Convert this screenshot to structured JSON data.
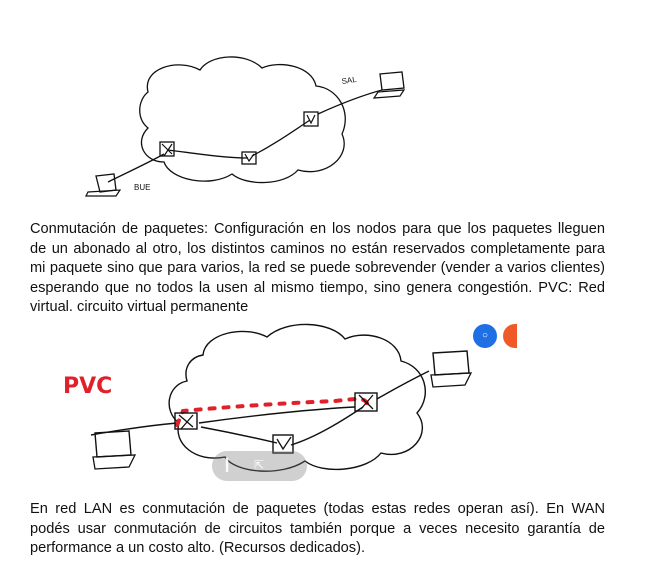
{
  "diagram1": {
    "label_sal": "SAL",
    "label_bue": "BUE"
  },
  "paragraph1": "Conmutación de paquetes: Configuración en los nodos para que los paquetes lleguen de un abonado al otro, los distintos caminos no están reservados completamente para mi paquete sino que para varios, la red se puede sobrevender (vender a varios clientes) esperando que no todos la usen al mismo tiempo, sino genera congestión. PVC: Red virtual. circuito virtual permanente",
  "diagram2": {
    "label_pvc": "PVC"
  },
  "paragraph2": "En red LAN es conmutación de paquetes (todas estas redes operan así). En WAN podés usar conmutación de circuitos también porque a veces necesito garantía de performance a un costo alto. (Recursos dedicados).",
  "colors": {
    "ink": "#111111",
    "pvc_red": "#e0212b",
    "avatar_blue": "#1f6fe5",
    "avatar_orange": "#f05a28"
  },
  "icons": {
    "avatar_blue": "user-avatar-icon",
    "avatar_orange": "user-avatar-icon"
  }
}
